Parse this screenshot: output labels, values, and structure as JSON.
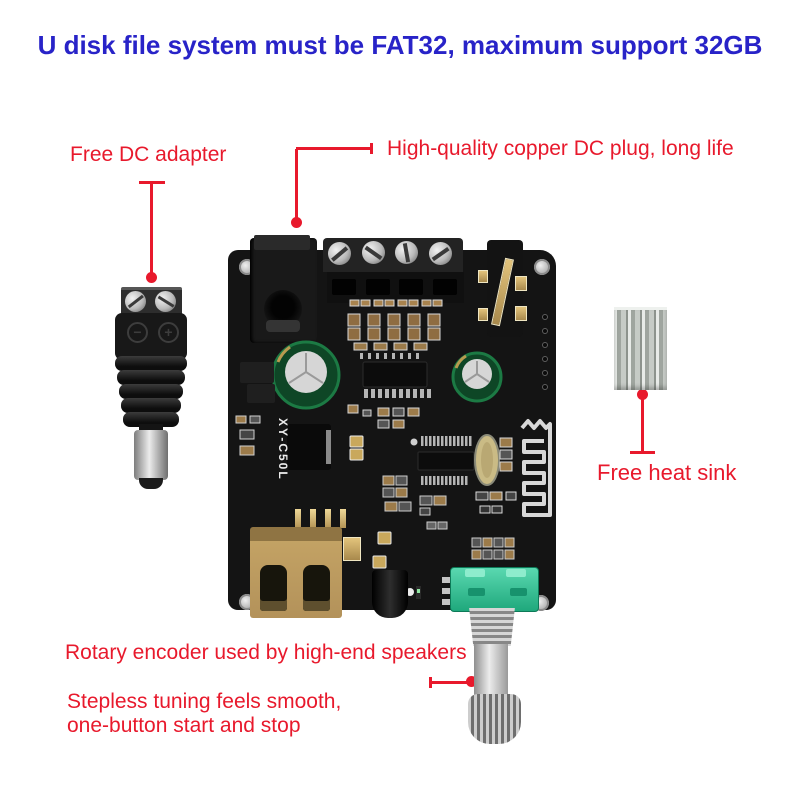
{
  "title": "U disk file system must be FAT32, maximum support 32GB",
  "callouts": {
    "dc_adapter": "Free DC adapter",
    "dc_plug": "High-quality copper DC plug, long life",
    "heat_sink": "Free heat sink",
    "rotary_encoder": "Rotary encoder used by high-end speakers",
    "tuning": [
      "Stepless tuning feels smooth,",
      "one-button start and stop"
    ]
  },
  "plug": {
    "minus_mark": "−",
    "plus_mark": "+"
  },
  "board": {
    "silkscreen_model": "XY-C50L"
  },
  "colors": {
    "title_blue": "#2823c8",
    "annotation_red": "#e8192c",
    "pcb_black": "#141414",
    "encoder_green": "#2fbc92",
    "usb_gold": "#c3a264",
    "capacitor_green": "#0e4626",
    "heatsink_silver": "#b9bfb9"
  }
}
